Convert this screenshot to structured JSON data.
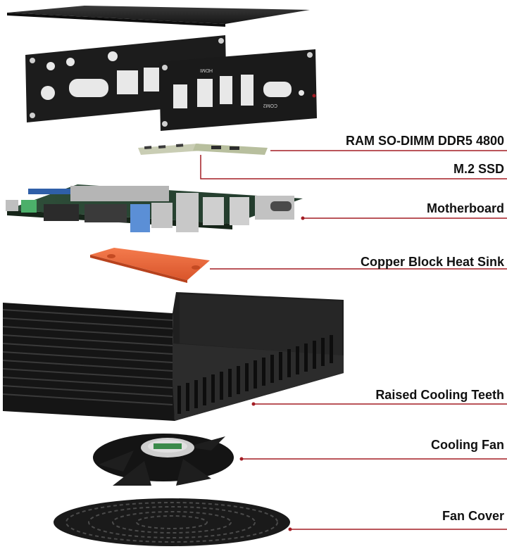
{
  "accent_color": "#a31d24",
  "components": [
    {
      "id": "top-panel",
      "label": "",
      "icon": "top-plate"
    },
    {
      "id": "io-panels",
      "label": "",
      "icon": "io-bracket"
    },
    {
      "id": "ram",
      "label": "RAM SO-DIMM DDR5 4800",
      "icon": "ram-stick"
    },
    {
      "id": "ssd",
      "label": "M.2 SSD",
      "icon": "ssd-card"
    },
    {
      "id": "motherboard",
      "label": "Motherboard",
      "icon": "motherboard"
    },
    {
      "id": "heat-sink",
      "label": "Copper Block Heat Sink",
      "icon": "copper-block"
    },
    {
      "id": "chassis",
      "label": "Raised Cooling Teeth",
      "icon": "chassis"
    },
    {
      "id": "fan",
      "label": "Cooling Fan",
      "icon": "fan"
    },
    {
      "id": "fan-cover",
      "label": "Fan Cover",
      "icon": "fan-grille"
    }
  ],
  "io_labels": {
    "hdmi": "HDMI",
    "com": "COM2"
  }
}
